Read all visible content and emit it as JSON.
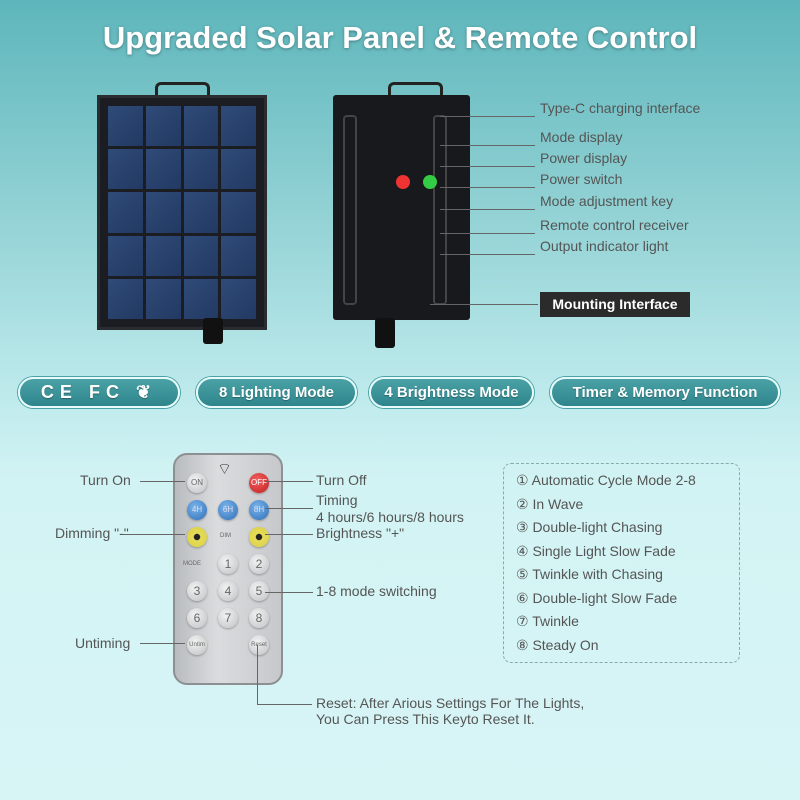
{
  "title": "Upgraded Solar Panel & Remote Control",
  "back_labels": [
    "Type-C charging interface",
    "Mode display",
    "Power display",
    "Power switch",
    "Mode adjustment key",
    "Remote control receiver",
    "Output indicator light"
  ],
  "mounting": "Mounting Interface",
  "certs": [
    "CE",
    "FC"
  ],
  "features": [
    "8 Lighting Mode",
    "4 Brightness Mode",
    "Timer & Memory Function"
  ],
  "remote": {
    "buttons": {
      "on": "ON",
      "off": "OFF",
      "t4": "4H",
      "t6": "6H",
      "t8": "8H",
      "mode": "MODE",
      "dim": "DIM",
      "nums": [
        "1",
        "2",
        "3",
        "4",
        "5",
        "6",
        "7",
        "8"
      ],
      "untiming": "Untim",
      "reset": "Reset"
    },
    "labels": {
      "turn_on": "Turn On",
      "turn_off": "Turn Off",
      "timing": "Timing",
      "timing_hours": "4 hours/6 hours/8 hours",
      "dim_minus": "Dimming \"-\"",
      "bright_plus": "Brightness \"+\"",
      "mode_switch": "1-8 mode switching",
      "untiming": "Untiming",
      "reset1": "Reset: After Arious Settings For The Lights,",
      "reset2": "You Can Press This Keyto Reset It."
    }
  },
  "modes": [
    "① Automatic Cycle Mode 2-8",
    "② In Wave",
    "③ Double-light Chasing",
    "④ Single Light Slow Fade",
    "⑤ Twinkle with Chasing",
    "⑥ Double-light Slow Fade",
    "⑦ Twinkle",
    "⑧ Steady On"
  ]
}
